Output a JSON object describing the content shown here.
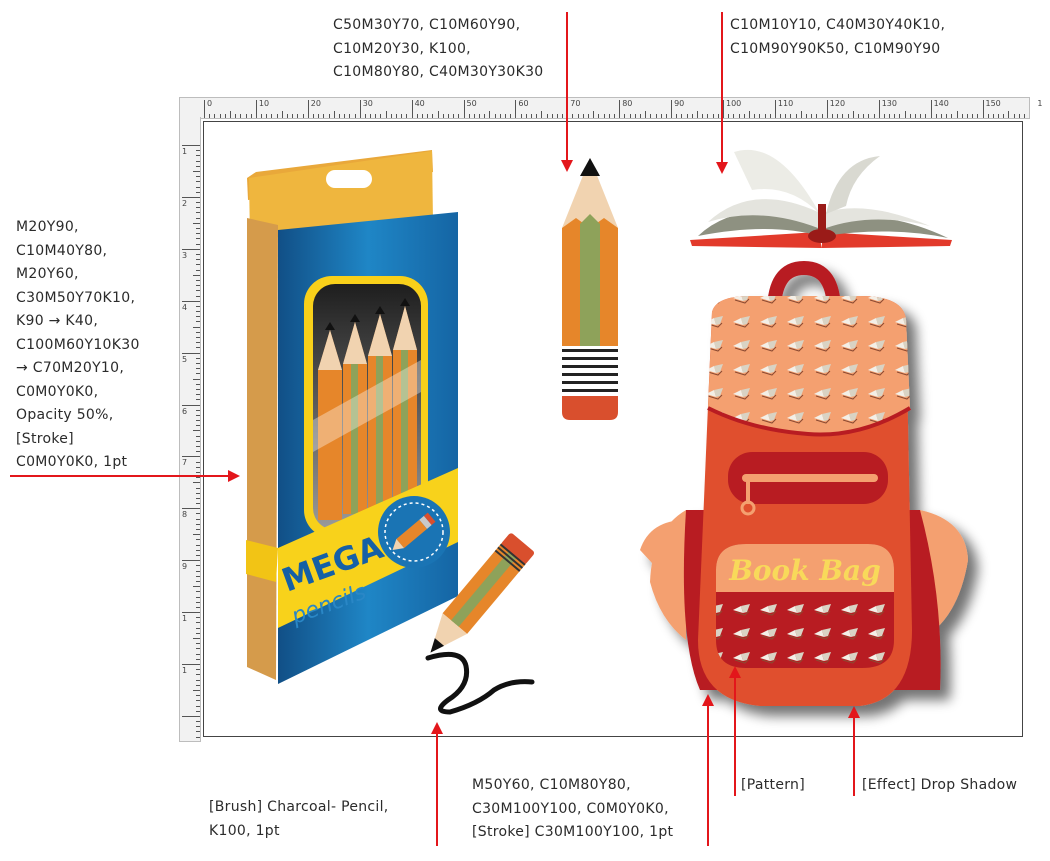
{
  "notes": {
    "pencil": [
      "C50M30Y70, C10M60Y90,",
      "C10M20Y30, K100,",
      "C10M80Y80, C40M30Y30K30"
    ],
    "book": [
      "C10M10Y10, C40M30Y40K10,",
      "C10M90Y90K50, C10M90Y90"
    ],
    "box": [
      "M20Y90,",
      "C10M40Y80,",
      "M20Y60,",
      "C30M50Y70K10,",
      "K90 → K40,",
      "C100M60Y10K30",
      "→ C70M20Y10,",
      "C0M0Y0K0,",
      "Opacity 50%,",
      "[Stroke]",
      "C0M0Y0K0, 1pt"
    ],
    "brush": [
      "[Brush] Charcoal- Pencil,",
      "K100, 1pt"
    ],
    "bag": [
      "M50Y60, C10M80Y80,",
      "C30M100Y100, C0M0Y0K0,",
      "[Stroke] C30M100Y100, 1pt"
    ],
    "pattern": "[Pattern]",
    "effect": "[Effect] Drop Shadow"
  },
  "ruler": {
    "h_labels": [
      "0",
      "10",
      "20",
      "30",
      "40",
      "50",
      "60",
      "70",
      "80",
      "90",
      "100",
      "110",
      "120",
      "130",
      "140",
      "150",
      "1"
    ],
    "v_labels": [
      "1",
      "2",
      "3",
      "4",
      "5",
      "6",
      "7",
      "8",
      "9",
      "1",
      "1"
    ]
  },
  "artwork": {
    "box_brand": "MEGA",
    "box_sub": "pencils",
    "bag_label": "Book Bag"
  },
  "colors": {
    "arrow": "#e3161b",
    "box_blue": "#1a74b4",
    "box_yellow": "#f7d21a",
    "box_orange": "#e2a33a",
    "pencil_orange": "#e6862a",
    "pencil_green": "#8ea25a",
    "pencil_wood": "#f1d3b0",
    "eraser": "#d94f2d",
    "bag_main": "#e0502f",
    "bag_dark": "#b81d22",
    "bag_light": "#f4a070",
    "book_pages": "#e4e4de",
    "book_cover": "#e23a2b"
  }
}
